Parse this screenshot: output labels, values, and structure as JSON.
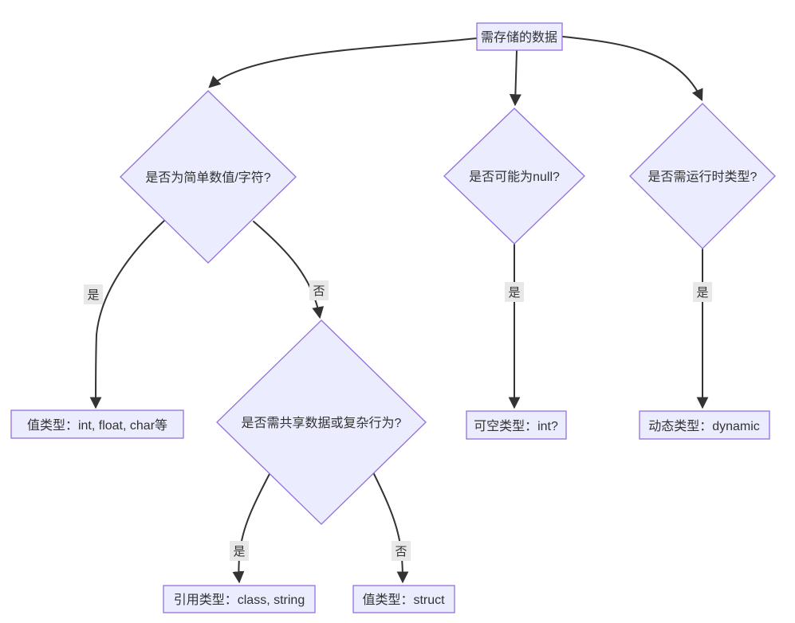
{
  "diagram": {
    "kind": "flowchart",
    "colors": {
      "node_fill": "#ECECFF",
      "node_border": "#9370DB",
      "edge_line": "#333333",
      "edge_label_background": "#e8e8e8",
      "text": "#333333",
      "background": "#ffffff"
    }
  },
  "nodes": {
    "root": "需存储的数据",
    "q_simple": "是否为简单数值/字符?",
    "q_null": "是否可能为null?",
    "q_runtime": "是否需运行时类型?",
    "q_share": "是否需共享数据或复杂行为?",
    "r_value": "值类型：int, float, char等",
    "r_nullable": "可空类型：int?",
    "r_dynamic": "动态类型：dynamic",
    "r_reference": "引用类型：class, string",
    "r_struct": "值类型：struct"
  },
  "edge_labels": {
    "simple_yes": "是",
    "simple_no": "否",
    "null_yes": "是",
    "runtime_yes": "是",
    "share_yes": "是",
    "share_no": "否"
  }
}
